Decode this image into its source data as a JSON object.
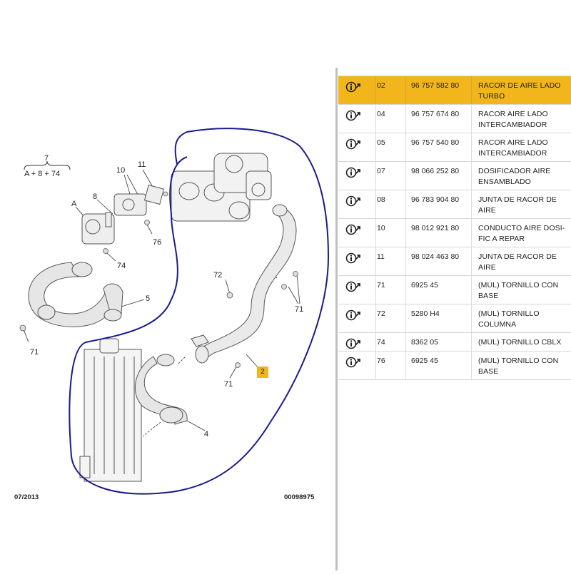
{
  "diagram": {
    "formula": {
      "top": "7",
      "bottom": "A + 8 + 74"
    },
    "callouts": {
      "c10": "10",
      "c11": "11",
      "c8": "8",
      "cA": "A",
      "c76": "76",
      "c74": "74",
      "c5": "5",
      "c71a": "71",
      "c72": "72",
      "c71b": "71",
      "c71c": "71",
      "c4": "4",
      "c2": "2"
    },
    "date": "07/2013",
    "doc_number": "00098975"
  },
  "parts_table": {
    "highlight_color": "#f2b51c",
    "rows": [
      {
        "ref": "02",
        "part_number": "96 757 582 80",
        "description": "RACOR DE AIRE LADO TURBO",
        "highlighted": true
      },
      {
        "ref": "04",
        "part_number": "96 757 674 80",
        "description": "RACOR AIRE LADO INTERCAMBIADOR"
      },
      {
        "ref": "05",
        "part_number": "96 757 540 80",
        "description": "RACOR AIRE LADO INTERCAMBIADOR"
      },
      {
        "ref": "07",
        "part_number": "98 066 252 80",
        "description": "DOSIFICADOR AIRE ENSAMBLADO"
      },
      {
        "ref": "08",
        "part_number": "96 783 904 80",
        "description": "JUNTA DE RACOR DE AIRE"
      },
      {
        "ref": "10",
        "part_number": "98 012 921 80",
        "description": "CONDUCTO AIRE DOSI-FIC A REPAR"
      },
      {
        "ref": "11",
        "part_number": "98 024 463 80",
        "description": "JUNTA DE RACOR DE AIRE"
      },
      {
        "ref": "71",
        "part_number": "6925 45",
        "description": "(MUL) TORNILLO CON BASE"
      },
      {
        "ref": "72",
        "part_number": "5280 H4",
        "description": "(MUL) TORNILLO COLUMNA"
      },
      {
        "ref": "74",
        "part_number": "8362 05",
        "description": "(MUL) TORNILLO CBLX"
      },
      {
        "ref": "76",
        "part_number": "6925 45",
        "description": "(MUL) TORNILLO CON BASE"
      }
    ]
  },
  "icons": {
    "row_icon": "info-arrow-icon"
  },
  "annotation_color": "#1a1a8c"
}
